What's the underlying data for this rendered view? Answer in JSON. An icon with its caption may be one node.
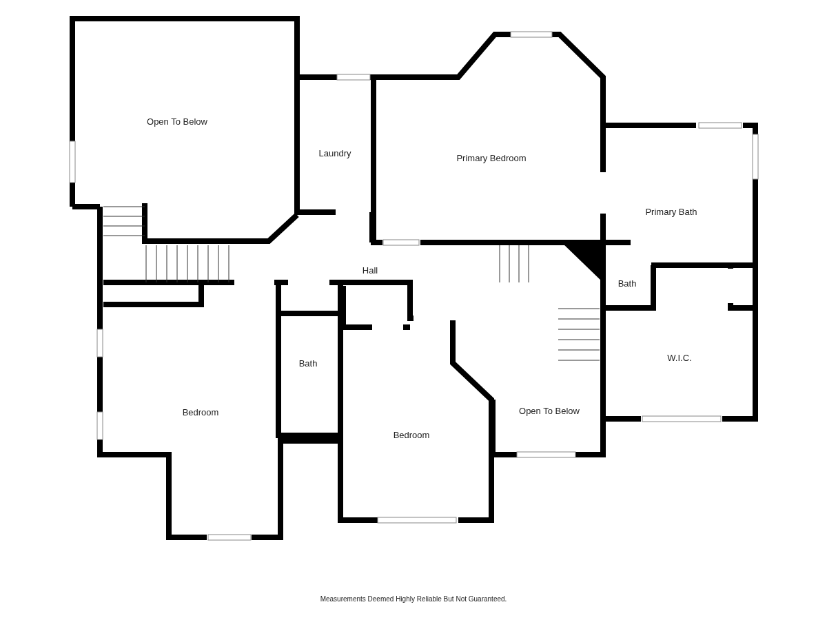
{
  "diagram": {
    "caption": "Measurements Deemed Highly Reliable But Not Guaranteed.",
    "labels": [
      "Open To Below",
      "Laundry",
      "Primary Bedroom",
      "Primary Bath",
      "Hall",
      "Bath",
      "Bath",
      "W.I.C.",
      "Bedroom",
      "Open To Below",
      "Bedroom"
    ]
  }
}
